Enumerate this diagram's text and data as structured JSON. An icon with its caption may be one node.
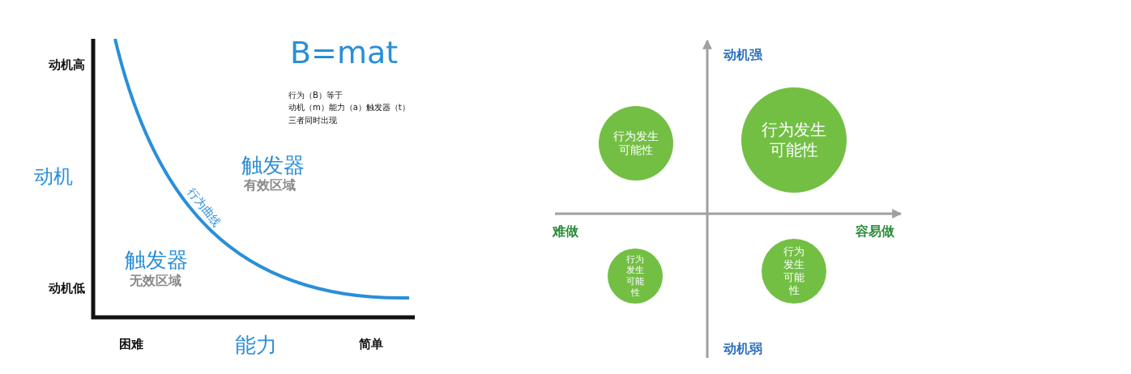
{
  "diagram": {
    "nodes": [
      {
        "text": [
          "行为发生可能性"
        ]
      },
      {
        "text": [
          "行为发生可能性"
        ]
      },
      {
        "text": [
          "行为发生可能性"
        ]
      },
      {
        "text": [
          "行为发生可能性"
        ]
      }
    ],
    "labels": [
      "动机高",
      "B=mat",
      "行为（B）等于",
      "动机（m）能力（a）触发器（t）",
      "三者同时出现",
      "动机",
      "触发器",
      "有效区域",
      "行为曲线",
      "触发器",
      "无效区域",
      "动机低",
      "困难",
      "能力",
      "简单",
      "动机强",
      "难做",
      "容易做",
      "动机弱"
    ]
  }
}
